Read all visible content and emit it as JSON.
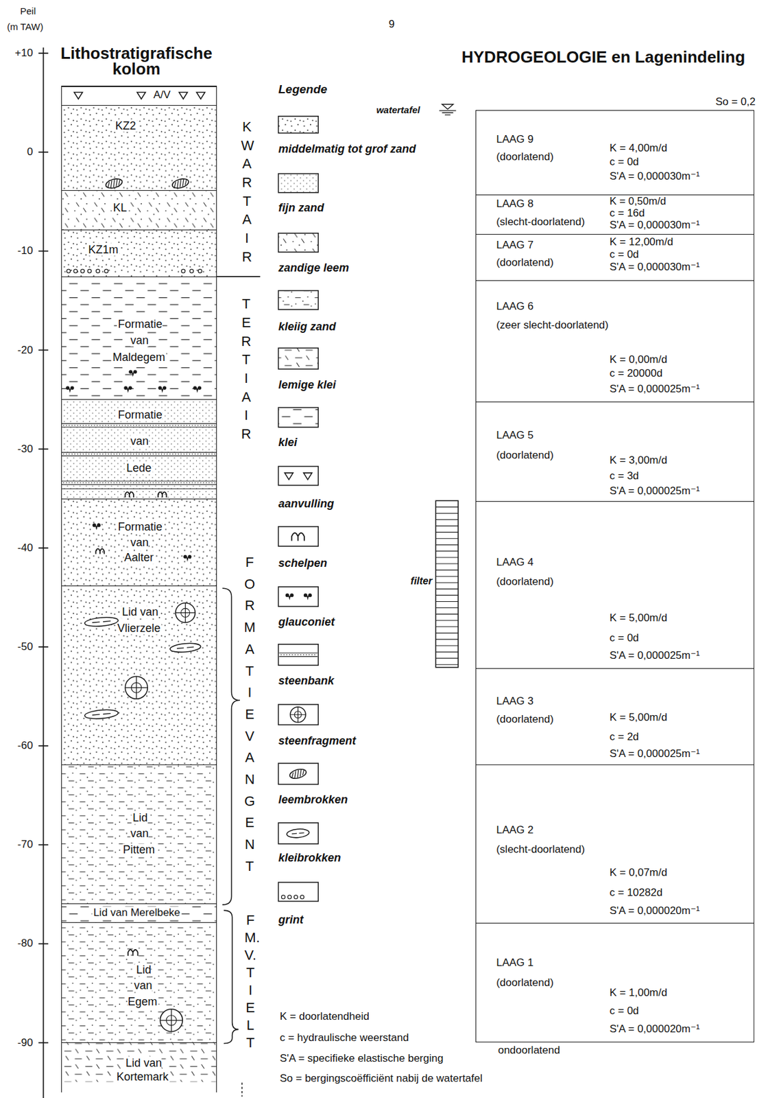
{
  "diagram": {
    "nodes": [
      {
        "text": [
          "A/V"
        ]
      },
      {
        "text": [
          "KZ2"
        ]
      },
      {
        "text": [
          "KL"
        ]
      },
      {
        "text": [
          "KZ1m"
        ]
      },
      {
        "text": [
          "Formatie van Maldegem"
        ]
      },
      {
        "text": [
          "Formatie van Lede"
        ]
      },
      {
        "text": [
          "Formatie van Aalter"
        ]
      },
      {
        "text": [
          "Lid van Vlierzele"
        ]
      },
      {
        "text": [
          "Lid van Pittem"
        ]
      },
      {
        "text": [
          "Lid van Merelbeke"
        ]
      },
      {
        "text": [
          "Lid van Egem"
        ]
      },
      {
        "text": [
          "Lid van Kortemark"
        ]
      },
      {
        "text": [
          "LAAG 9",
          "(doorlatend)",
          "K = 4,00m/d",
          "c = 0d",
          "S'A = 0,000030m⁻¹"
        ]
      },
      {
        "text": [
          "LAAG 8",
          "(slecht-doorlatend)",
          "K = 0,50m/d",
          "c = 16d",
          "S'A = 0,000030m⁻¹"
        ]
      },
      {
        "text": [
          "LAAG 7",
          "(doorlatend)",
          "K = 12,00m/d",
          "c = 0d",
          "S'A = 0,000030m⁻¹"
        ]
      },
      {
        "text": [
          "LAAG 6",
          "(zeer slecht-doorlatend)",
          "K = 0,00m/d",
          "c = 20000d",
          "S'A = 0,000025m⁻¹"
        ]
      },
      {
        "text": [
          "LAAG 5",
          "(doorlatend)",
          "K = 3,00m/d",
          "c = 3d",
          "S'A = 0,000025m⁻¹"
        ]
      },
      {
        "text": [
          "LAAG 4",
          "(doorlatend)",
          "K = 5,00m/d",
          "c = 0d",
          "S'A = 0,000025m⁻¹"
        ]
      },
      {
        "text": [
          "LAAG 3",
          "(doorlatend)",
          "K = 5,00m/d",
          "c = 2d",
          "S'A = 0,000025m⁻¹"
        ]
      },
      {
        "text": [
          "LAAG 2",
          "(slecht-doorlatend)",
          "K = 0,07m/d",
          "c = 10282d",
          "S'A = 0,000020m⁻¹"
        ]
      },
      {
        "text": [
          "LAAG 1",
          "(doorlatend)",
          "K = 1,00m/d",
          "c = 0d",
          "S'A = 0,000020m⁻¹"
        ]
      }
    ],
    "labels": [
      "Peil",
      "(m TAW)",
      "9",
      "+10",
      "0",
      "-10",
      "-20",
      "-30",
      "-40",
      "-50",
      "-60",
      "-70",
      "-80",
      "-90",
      "Lithostratigrafische kolom",
      "HYDROGEOLOGIE en Lagenindeling",
      "KWARTAIR",
      "TERTIAIR",
      "FORMATIE VAN GENT",
      "FM. V. TIELT",
      "Legende",
      "watertafel",
      "So = 0,2",
      "filter",
      "ondoorlatend",
      "K = doorlatendheid",
      "c = hydraulische weerstand",
      "S'A = specifieke elastische berging",
      "So = bergingscoëfficiënt nabij de watertafel"
    ],
    "legend": [
      {
        "text": "middelmatig tot grof zand"
      },
      {
        "text": "fijn zand"
      },
      {
        "text": "zandige leem"
      },
      {
        "text": "kleiig zand"
      },
      {
        "text": "lemige klei"
      },
      {
        "text": "klei"
      },
      {
        "text": "aanvulling"
      },
      {
        "text": "schelpen"
      },
      {
        "text": "glauconiet"
      },
      {
        "text": "steenbank"
      },
      {
        "text": "steenfragment"
      },
      {
        "text": "leembrokken"
      },
      {
        "text": "kleibrokken"
      },
      {
        "text": "grint"
      }
    ]
  }
}
